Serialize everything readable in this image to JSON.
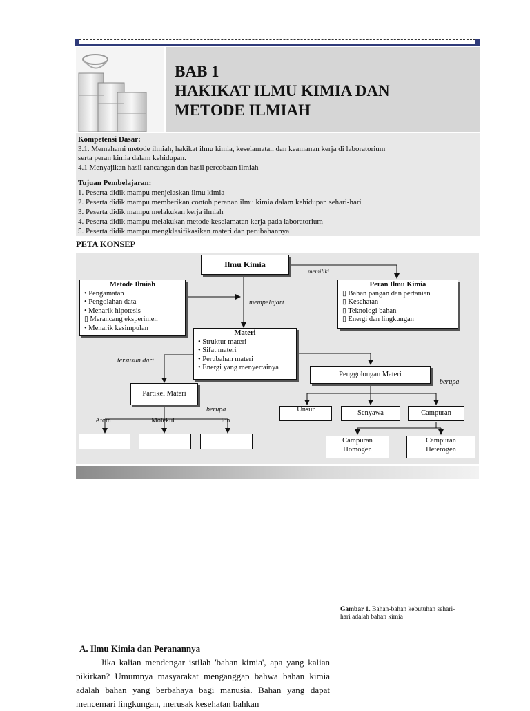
{
  "header": {
    "chapter": "BAB 1",
    "title_line1": "HAKIKAT ILMU KIMIA DAN",
    "title_line2": "METODE ILMIAH"
  },
  "kompetensi": {
    "heading": "Kompetensi Dasar:",
    "line1": "3.1. Memahami metode ilmiah, hakikat ilmu kimia, keselamatan dan keamanan kerja di laboratorium",
    "line2": "serta peran kimia dalam kehidupan.",
    "line3": "4.1 Menyajikan hasil rancangan dan hasil percobaan ilmiah"
  },
  "tujuan": {
    "heading": "Tujuan Pembelajaran:",
    "items": [
      "1.  Peserta didik mampu menjelaskan ilmu kimia",
      "2.  Peserta didik mampu memberikan contoh peranan ilmu kimia dalam kehidupan sehari-hari",
      "3.  Peserta didik mampu melakukan kerja ilmiah",
      "4.  Peserta didik mampu melakukan metode keselamatan kerja pada laboratorium",
      "5.  Peserta didik mampu mengklasifikasikan materi dan perubahannya"
    ]
  },
  "peta_konsep": {
    "label": "PETA KONSEP",
    "ilmu_kimia": "Ilmu Kimia",
    "metode": {
      "title": "Metode Ilmiah",
      "items": [
        "• Pengamatan",
        "• Pengolahan data",
        "• Menarik hipotesis",
        "▯ Merancang eksperimen",
        "• Menarik kesimpulan"
      ]
    },
    "peran": {
      "title": "Peran Ilmu Kimia",
      "items": [
        "▯ Bahan pangan dan pertanian",
        "▯ Kesehatan",
        "▯ Teknologi bahan",
        "▯ Energi dan lingkungan"
      ]
    },
    "materi": {
      "title": "Materi",
      "items": [
        "• Struktur materi",
        "• Sifat materi",
        "• Perubahan materi",
        "• Energi yang menyertainya"
      ]
    },
    "memiliki": "memiliki",
    "mempelajari": "mempelajari",
    "tersusun_dari": "tersusun dari",
    "berupa_left": "berupa",
    "berupa_right": "berupa",
    "partikel": "Partikel Materi",
    "atom": "Atom",
    "molekul": "Molekul",
    "ion": "Ion",
    "penggolongan": "Penggolongan Materi",
    "unsur": "Unsur",
    "senyawa": "Senyawa",
    "campuran": "Campuran",
    "homogen_1": "Campuran",
    "homogen_2": "Homogen",
    "heterogen_1": "Campuran",
    "heterogen_2": "Heterogen"
  },
  "figure": {
    "label": "Gambar 1.",
    "caption_1": " Bahan-bahan kebutuhan sehari-",
    "caption_2": "hari adalah bahan kimia"
  },
  "section": {
    "heading": "A. Ilmu Kimia dan Peranannya",
    "paragraph": "Jika kalian mendengar istilah 'bahan kimia', apa yang kalian pikirkan? Umumnya masyarakat menganggap bahwa bahan kimia adalah bahan yang berbahaya bagi manusia. Bahan yang dapat mencemari lingkungan, merusak kesehatan bahkan"
  }
}
